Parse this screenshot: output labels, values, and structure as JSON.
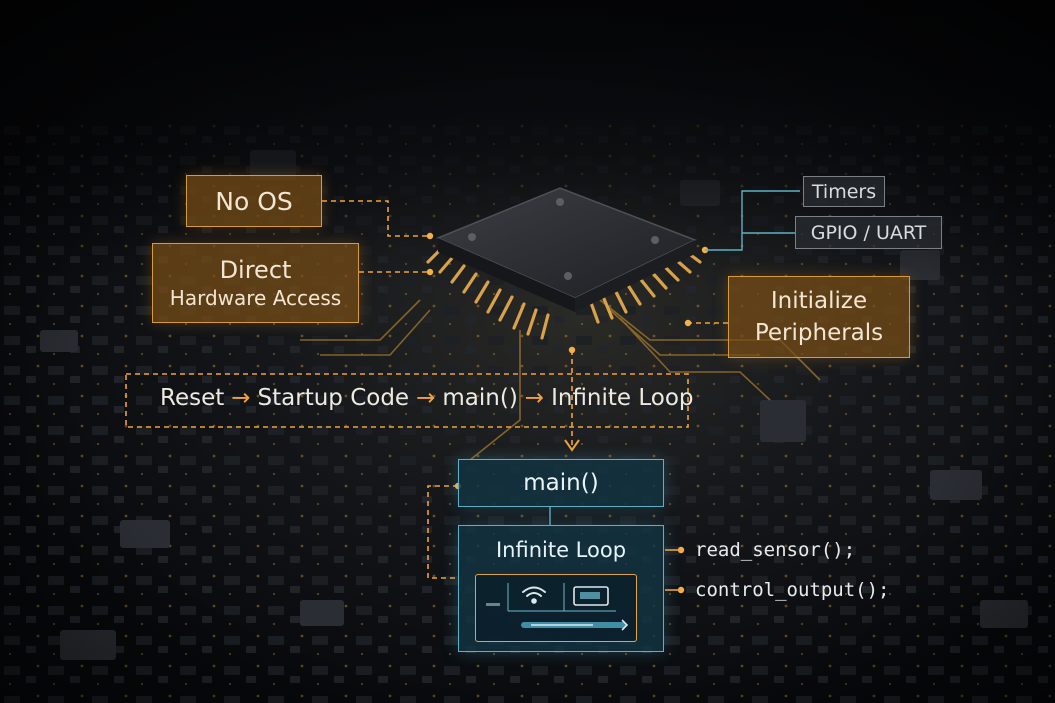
{
  "labels": {
    "no_os": "No OS",
    "direct_line1": "Direct",
    "direct_line2": "Hardware Access",
    "timers": "Timers",
    "gpio_uart": "GPIO / UART",
    "init_line1": "Initialize",
    "init_line2": "Peripherals",
    "main": "main()",
    "infinite_loop": "Infinite Loop"
  },
  "flow": {
    "steps": [
      "Reset",
      "Startup Code",
      "main()",
      "Infinite Loop"
    ],
    "arrow": "→"
  },
  "code": {
    "line1": "read_sensor();",
    "line2": "control_output();"
  },
  "icons": [
    "wifi-icon",
    "display-icon"
  ],
  "colors": {
    "accent": "#f0a23a",
    "amber_border": "#d89a3c",
    "teal_border": "#5fb0c4",
    "background": "#07090c"
  }
}
